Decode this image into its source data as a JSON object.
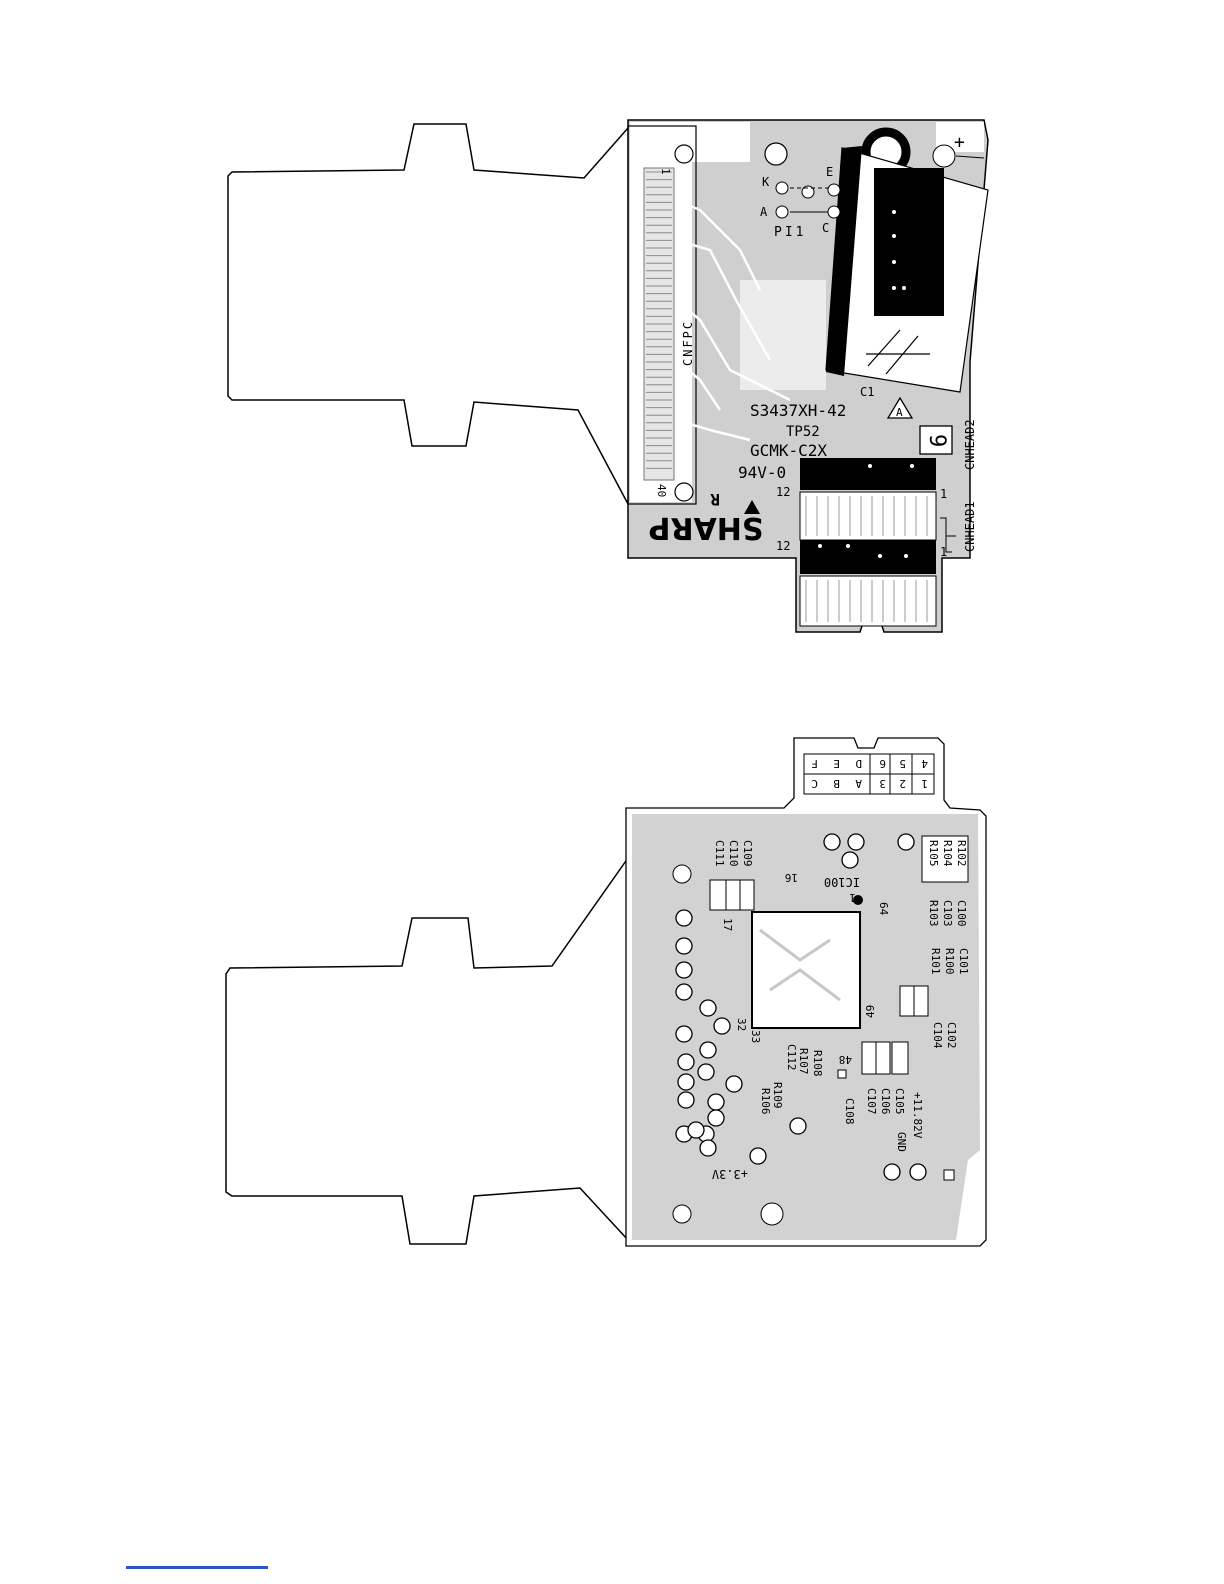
{
  "top_board": {
    "connector_name": "CNFPC",
    "connector_pins": {
      "first": "1",
      "last": "40"
    },
    "photo_interrupter": {
      "ref": "PI1",
      "pins": [
        "K",
        "E",
        "A",
        "C"
      ]
    },
    "capacitor": "C1",
    "plus_sign": "+",
    "board_number": "S3437XH-42",
    "warning_mark": "A",
    "test_point": "TP52",
    "code": "GCMK-C2X",
    "flame_rating": "94V-0",
    "ul_mark": "R",
    "logo": "SHARP",
    "layer_number": "9",
    "head_connectors": [
      {
        "name": "CNHEAD1",
        "pin_first": "1",
        "pin_last": "12"
      },
      {
        "name": "CNHEAD2",
        "pin_first": "1",
        "pin_last": "12"
      }
    ]
  },
  "bottom_board": {
    "pad_grid": {
      "top_row": [
        "F",
        "E",
        "D",
        "6",
        "5",
        "4"
      ],
      "bottom_row": [
        "C",
        "B",
        "A",
        "3",
        "2",
        "1"
      ]
    },
    "ic": {
      "ref": "IC100",
      "pins": [
        "1",
        "16",
        "17",
        "32",
        "33",
        "48",
        "49",
        "64"
      ]
    },
    "labels_top": [
      "C111",
      "C110",
      "C109"
    ],
    "labels_right_box": [
      "R105",
      "R104",
      "R102"
    ],
    "labels_right_cols": [
      [
        "R103",
        "C103",
        "C100"
      ],
      [
        "R101",
        "R100",
        "C101"
      ]
    ],
    "labels_mid_right": [
      "C104",
      "C102"
    ],
    "labels_bottom_center": [
      "C107",
      "C106",
      "C105"
    ],
    "labels_bottom_left": [
      "R106",
      "R109",
      "C112",
      "R107",
      "R108"
    ],
    "label_c108": "C108",
    "gnd": "GND",
    "v_plus_1182": "+11.82V",
    "v_plus_33": "+3.3V"
  }
}
